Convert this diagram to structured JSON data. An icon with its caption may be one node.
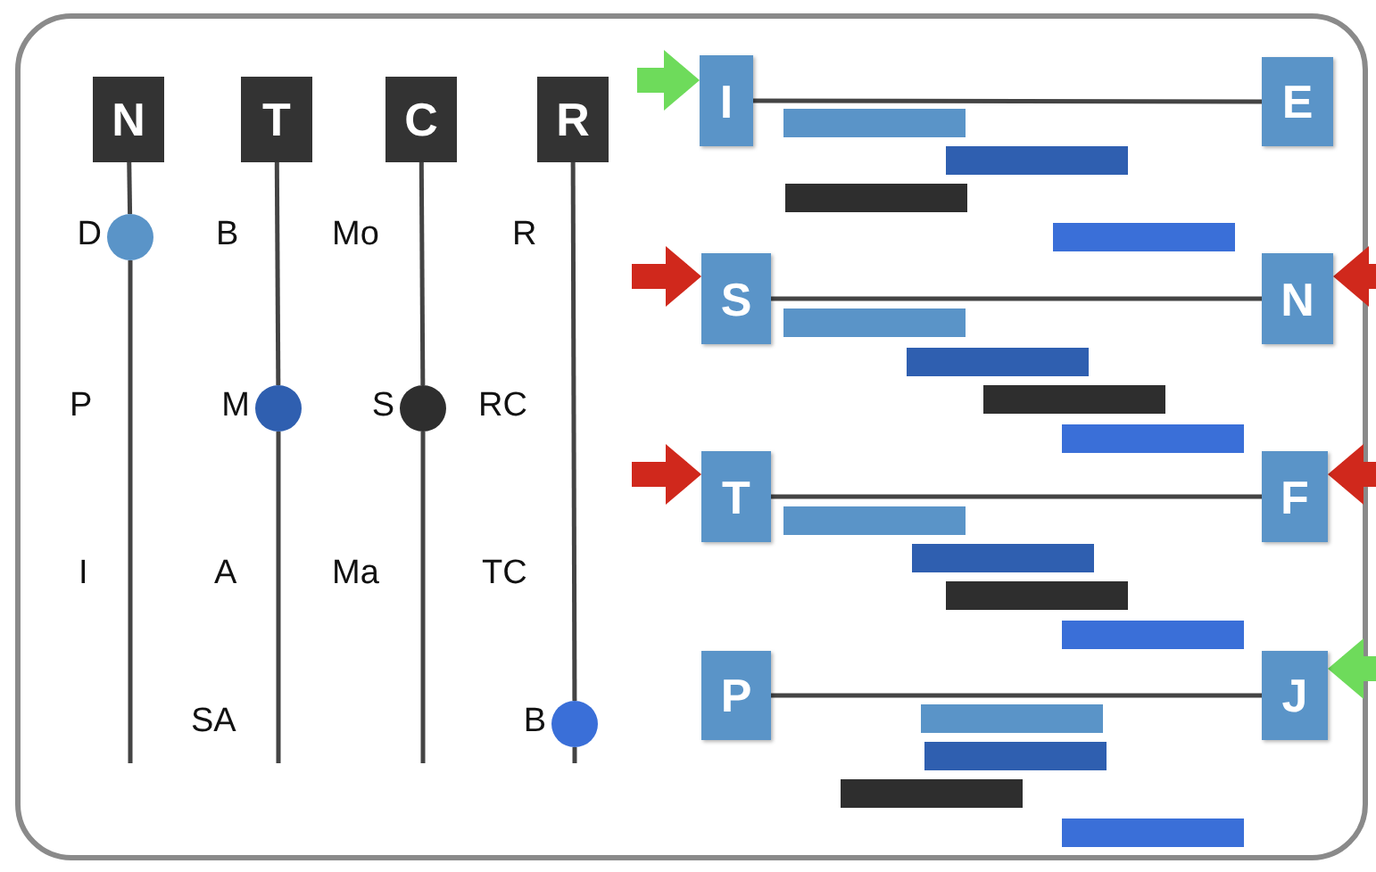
{
  "diagram": {
    "nodes": [
      {
        "text": [
          "N"
        ]
      },
      {
        "text": [],
        "shape": "circle",
        "beside": [
          "D"
        ]
      },
      {
        "text": [
          "T"
        ]
      },
      {
        "text": [],
        "shape": "circle",
        "beside": [
          "M"
        ]
      },
      {
        "text": [
          "C"
        ]
      },
      {
        "text": [],
        "shape": "circle",
        "beside": [
          "S"
        ]
      },
      {
        "text": [
          "R"
        ]
      },
      {
        "text": [],
        "shape": "circle",
        "beside": [
          "B"
        ]
      },
      {
        "text": [
          "I"
        ]
      },
      {
        "text": [
          "E"
        ]
      },
      {
        "text": [
          "S"
        ]
      },
      {
        "text": [
          "N"
        ]
      },
      {
        "text": [
          "T"
        ]
      },
      {
        "text": [
          "F"
        ]
      },
      {
        "text": [
          "P"
        ]
      },
      {
        "text": [
          "J"
        ]
      },
      {
        "text": [],
        "shape": "bar"
      },
      {
        "text": [],
        "shape": "bar"
      },
      {
        "text": [],
        "shape": "bar"
      },
      {
        "text": [],
        "shape": "bar"
      },
      {
        "text": [],
        "shape": "bar"
      },
      {
        "text": [],
        "shape": "bar"
      },
      {
        "text": [],
        "shape": "bar"
      },
      {
        "text": [],
        "shape": "bar"
      },
      {
        "text": [],
        "shape": "bar"
      },
      {
        "text": [],
        "shape": "bar"
      },
      {
        "text": [],
        "shape": "bar"
      },
      {
        "text": [],
        "shape": "bar"
      },
      {
        "text": [],
        "shape": "bar"
      },
      {
        "text": [],
        "shape": "bar"
      },
      {
        "text": [],
        "shape": "bar"
      },
      {
        "text": [],
        "shape": "bar"
      }
    ],
    "edges": [
      {
        "from": 0,
        "to": 1,
        "arrow": "none"
      },
      {
        "from": 1,
        "to": null,
        "arrow": "none"
      },
      {
        "from": 2,
        "to": 3,
        "arrow": "none"
      },
      {
        "from": 3,
        "to": null,
        "arrow": "none"
      },
      {
        "from": 4,
        "to": 5,
        "arrow": "none"
      },
      {
        "from": 5,
        "to": null,
        "arrow": "none"
      },
      {
        "from": 6,
        "to": 7,
        "arrow": "none"
      },
      {
        "from": 7,
        "to": null,
        "arrow": "none"
      },
      {
        "from": 8,
        "to": 9,
        "arrow": "none"
      },
      {
        "from": 10,
        "to": 11,
        "arrow": "none"
      },
      {
        "from": 12,
        "to": 13,
        "arrow": "none"
      },
      {
        "from": 14,
        "to": 15,
        "arrow": "none"
      },
      {
        "from": null,
        "to": 8,
        "arrow": "to",
        "style": "thick",
        "color": "#6edb5b"
      },
      {
        "from": null,
        "to": 10,
        "arrow": "to",
        "style": "thick",
        "color": "#d0281c"
      },
      {
        "from": null,
        "to": 11,
        "arrow": "to",
        "style": "thick",
        "color": "#d0281c"
      },
      {
        "from": null,
        "to": 12,
        "arrow": "to",
        "style": "thick",
        "color": "#d0281c"
      },
      {
        "from": null,
        "to": 13,
        "arrow": "to",
        "style": "thick",
        "color": "#d0281c"
      },
      {
        "from": null,
        "to": 15,
        "arrow": "to",
        "style": "thick",
        "color": "#6edb5b"
      }
    ],
    "labels": [
      "B",
      "Mo",
      "R",
      "P",
      "RC",
      "I",
      "A",
      "Ma",
      "TC",
      "SA"
    ]
  }
}
